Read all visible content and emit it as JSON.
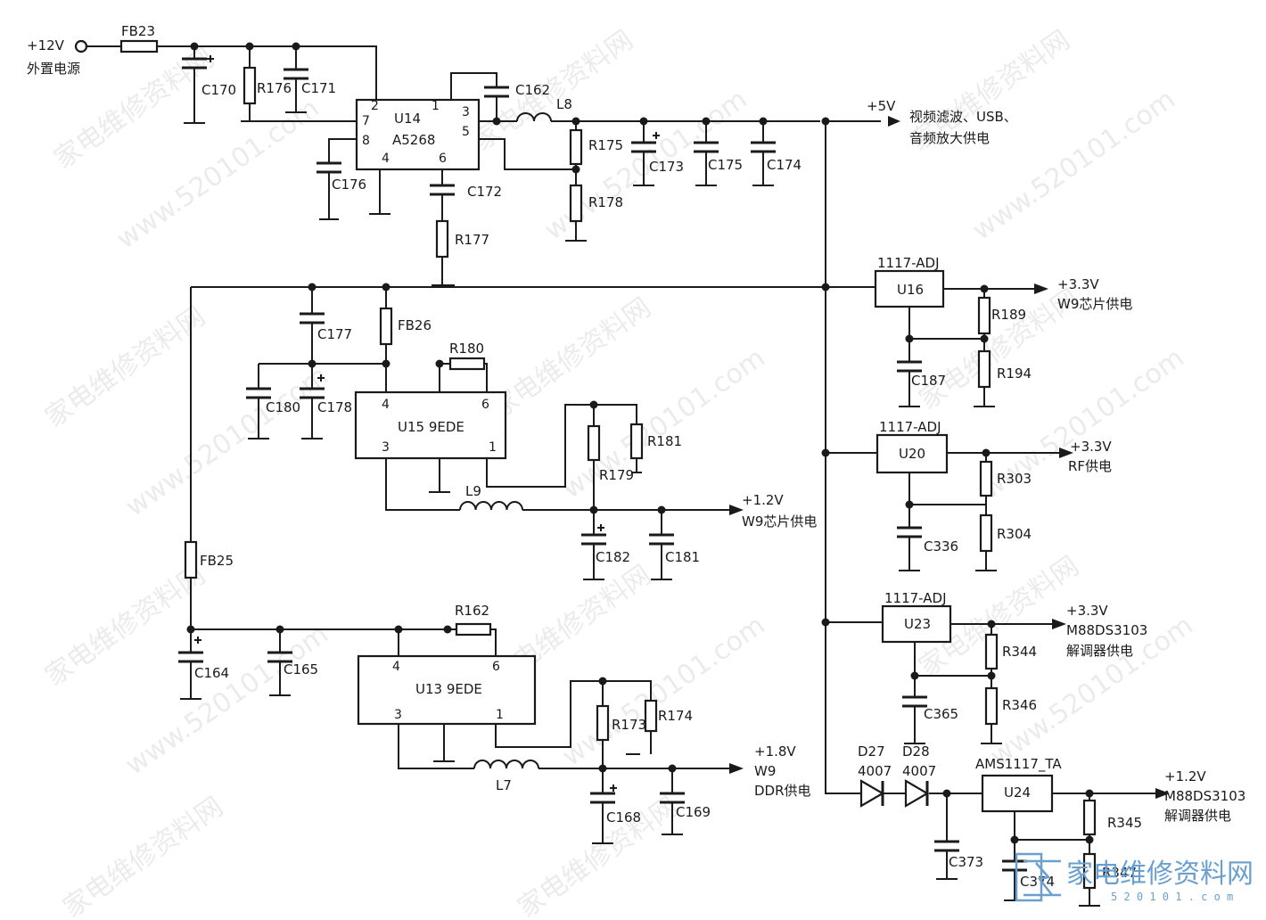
{
  "labels": {
    "in12v": "+12V",
    "ext_power": "外置电源",
    "out5v": "+5V",
    "out5v_desc1": "视频滤波、USB、",
    "out5v_desc2": "音频放大供电",
    "out_u16_v": "+3.3V",
    "out_u16_desc": "W9芯片供电",
    "out_u20_v": "+3.3V",
    "out_u20_desc": "RF供电",
    "out_u23_v": "+3.3V",
    "out_u23_desc1": "M88DS3103",
    "out_u23_desc2": "解调器供电",
    "out_u24_v": "+1.2V",
    "out_u24_desc1": "M88DS3103",
    "out_u24_desc2": "解调器供电",
    "out_u15_v": "+1.2V",
    "out_u15_desc": "W9芯片供电",
    "out_u13_v": "+1.8V",
    "out_u13_desc1": "W9",
    "out_u13_desc2": "DDR供电"
  },
  "ics": {
    "u14_name": "U14",
    "u14_part": "A5268",
    "u15": "U15 9EDE",
    "u13": "U13 9EDE",
    "u16": "U16",
    "u16_part": "1117-ADJ",
    "u20": "U20",
    "u20_part": "1117-ADJ",
    "u23": "U23",
    "u23_part": "1117-ADJ",
    "u24": "U24",
    "u24_part": "AMS1117_TA"
  },
  "pins": {
    "u14_p2": "2",
    "u14_p1": "1",
    "u14_p3": "3",
    "u14_p5": "5",
    "u14_p7": "7",
    "u14_p8": "8",
    "u14_p4": "4",
    "u14_p6": "6",
    "u15_p4": "4",
    "u15_p6": "6",
    "u15_p3": "3",
    "u15_p1": "1",
    "u13_p4": "4",
    "u13_p6": "6",
    "u13_p3": "3",
    "u13_p1": "1"
  },
  "components": {
    "fb23": "FB23",
    "fb26": "FB26",
    "fb25": "FB25",
    "l8": "L8",
    "l9": "L9",
    "l7": "L7",
    "c170": "C170",
    "c171": "C171",
    "c176": "C176",
    "c162": "C162",
    "c172": "C172",
    "c173": "C173",
    "c175": "C175",
    "c174": "C174",
    "c177": "C177",
    "c180": "C180",
    "c178": "C178",
    "c182": "C182",
    "c181": "C181",
    "c164": "C164",
    "c165": "C165",
    "c168": "C168",
    "c169": "C169",
    "c187": "C187",
    "c336": "C336",
    "c365": "C365",
    "c373": "C373",
    "c374": "C374",
    "r176": "R176",
    "r175": "R175",
    "r178": "R178",
    "r177": "R177",
    "r180": "R180",
    "r179": "R179",
    "r181": "R181",
    "r162": "R162",
    "r173": "R173",
    "r174": "R174",
    "r189": "R189",
    "r194": "R194",
    "r303": "R303",
    "r304": "R304",
    "r344": "R344",
    "r346": "R346",
    "r345": "R345",
    "r347": "R347",
    "d27": "D27",
    "d27_part": "4007",
    "d28": "D28",
    "d28_part": "4007"
  },
  "watermark": {
    "text_cn": "家电维修资料网",
    "text_url": "www.520101.com"
  },
  "logo": {
    "text": "家电维修资料网",
    "sub": "5 2 0 1 0 1 . c o m",
    "color": "#6aa0cf"
  }
}
